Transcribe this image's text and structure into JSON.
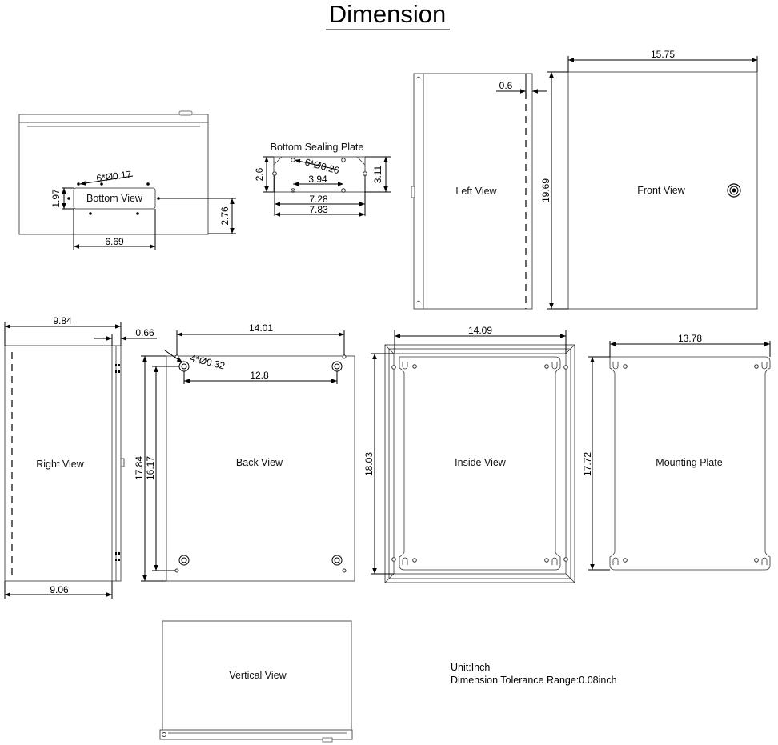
{
  "title": "Dimension",
  "views": {
    "bottom_view": "Bottom View",
    "bottom_sealing_plate": "Bottom Sealing Plate",
    "left_view": "Left View",
    "front_view": "Front View",
    "right_view": "Right View",
    "back_view": "Back View",
    "inside_view": "Inside View",
    "mounting_plate": "Mounting Plate",
    "vertical_view": "Vertical View"
  },
  "dimensions": {
    "bottom_holes": "6*Ø0.17",
    "bottom_cut_height": "1.97",
    "bottom_cut_width": "6.69",
    "bottom_depth": "2.76",
    "plate_holes": "6*Ø0.26",
    "plate_height": "2.6",
    "plate_height_outer": "3.11",
    "plate_hole_inner": "3.94",
    "plate_hole_span": "7.28",
    "plate_width": "7.83",
    "left_hinge_offset": "0.6",
    "front_width": "15.75",
    "front_height": "19.69",
    "right_depth": "9.84",
    "right_flange": "0.66",
    "right_body_depth": "9.06",
    "back_width": "14.01",
    "back_holes": "4*Ø0.32",
    "back_hole_span_x": "12.8",
    "back_height": "17.84",
    "back_hole_span_y": "16.17",
    "inside_width": "14.09",
    "inside_height": "18.03",
    "mount_width": "13.78",
    "mount_height": "17.72"
  },
  "notes": {
    "unit": "Unit:Inch",
    "tolerance": "Dimension Tolerance Range:0.08inch"
  }
}
